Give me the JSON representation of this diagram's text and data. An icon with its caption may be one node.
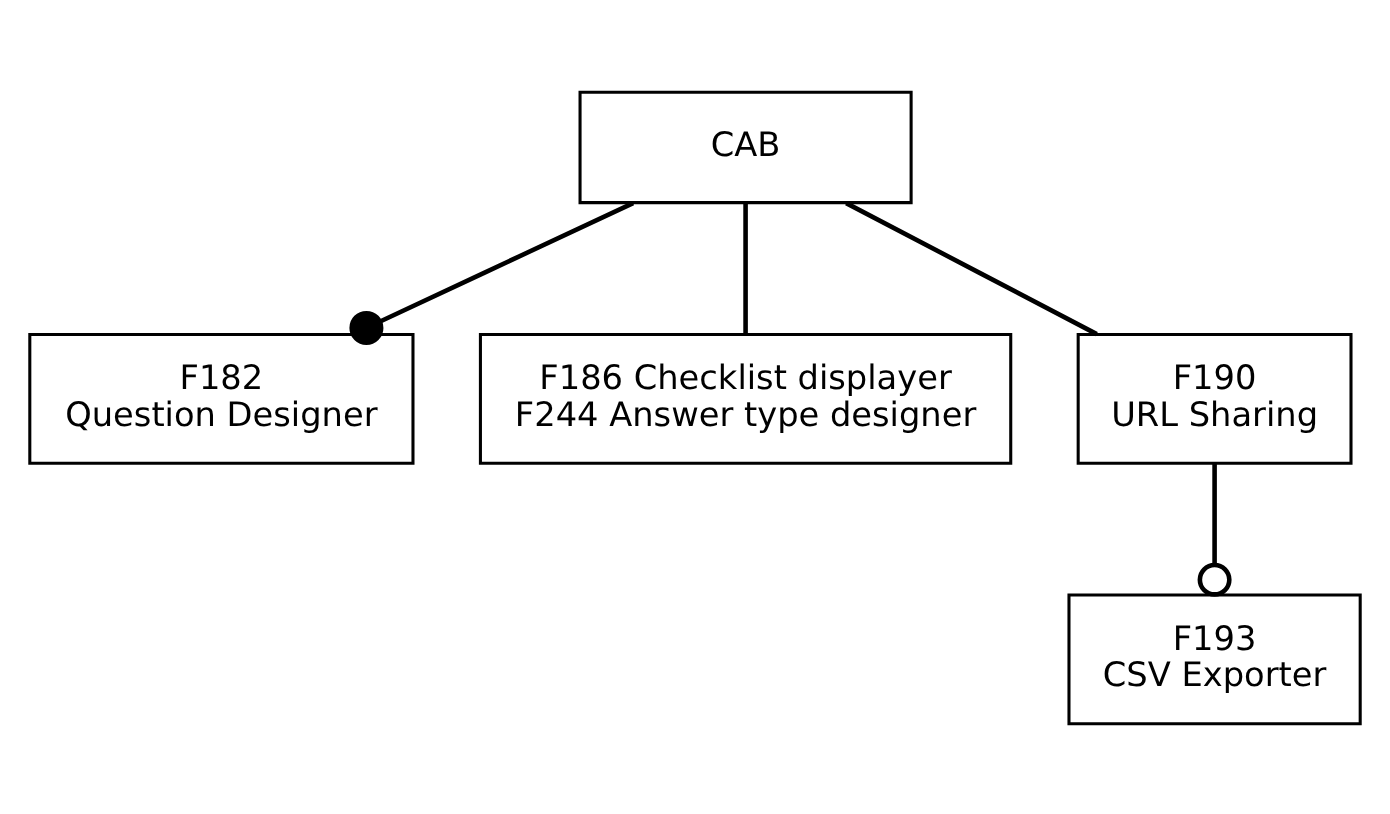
{
  "diagram": {
    "nodes": [
      {
        "text": [
          "CAB"
        ]
      },
      {
        "text": [
          "F182",
          "Question Designer"
        ]
      },
      {
        "text": [
          "F186 Checklist displayer",
          "F244 Answer type designer"
        ]
      },
      {
        "text": [
          "F190",
          "URL Sharing"
        ]
      },
      {
        "text": [
          "F193",
          "CSV Exporter"
        ]
      }
    ],
    "edges": [
      {
        "from": 0,
        "to": 1,
        "arrow": "other"
      },
      {
        "from": 0,
        "to": 2,
        "arrow": "none"
      },
      {
        "from": 0,
        "to": 3,
        "arrow": "none"
      },
      {
        "from": 3,
        "to": 4,
        "arrow": "other"
      }
    ]
  }
}
